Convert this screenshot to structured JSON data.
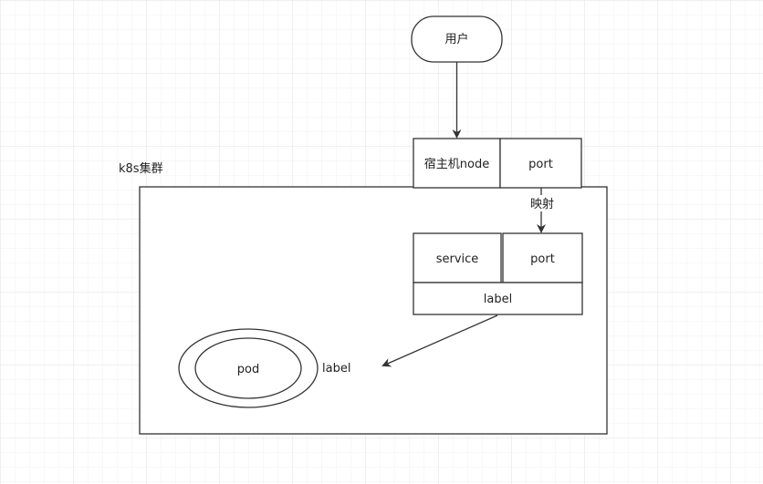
{
  "diagram": {
    "user": {
      "label": "用户"
    },
    "cluster": {
      "label": "k8s集群"
    },
    "host_node": {
      "label": "宿主机node",
      "port_label": "port"
    },
    "mapping": {
      "label": "映射"
    },
    "service": {
      "label": "service",
      "port_label": "port",
      "label_row": "label"
    },
    "pod": {
      "label": "pod",
      "selector_label": "label"
    }
  },
  "colors": {
    "grid_minor": "#f0f0f0",
    "grid_major": "#e2e2e2",
    "stroke": "#333333",
    "text": "#222222"
  }
}
